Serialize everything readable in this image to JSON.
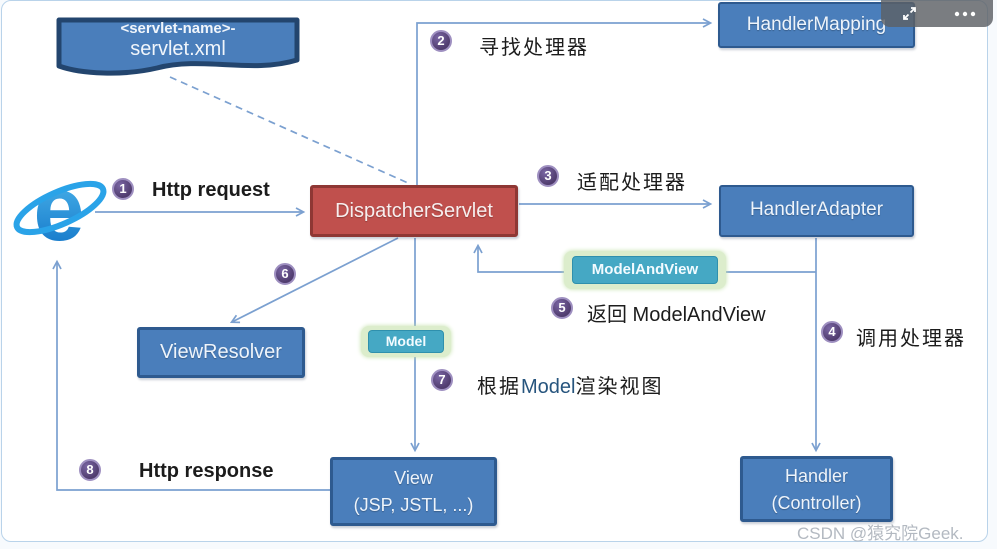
{
  "watermark": "CSDN @猿究院Geek.",
  "viewer_toolbar": {
    "expand_icon": "expand-icon",
    "more_icon": "more-options-icon"
  },
  "colors": {
    "node_blue": "#4a7ebb",
    "node_blue_border": "#2e5a8f",
    "node_red": "#c0504d",
    "node_red_border": "#8e3734",
    "tag_teal": "#45a8c4",
    "tag_glow_green": "#dcedcc",
    "connector_blue": "#7ba0d0",
    "step_purple": "#503c6e"
  },
  "nodes": {
    "servlet_xml": {
      "line1": "<servlet-name>-",
      "line2": "servlet.xml"
    },
    "handler_mapping": {
      "label": "HandlerMapping"
    },
    "dispatcher_servlet": {
      "label": "DispatcherServlet"
    },
    "handler_adapter": {
      "label": "HandlerAdapter"
    },
    "view_resolver": {
      "label": "ViewResolver"
    },
    "view": {
      "label": "View",
      "sublabel": "(JSP, JSTL, ...)"
    },
    "handler": {
      "label": "Handler",
      "sublabel": "(Controller)"
    }
  },
  "tags": {
    "model_and_view": {
      "label": "ModelAndView"
    },
    "model": {
      "label": "Model"
    }
  },
  "steps": {
    "s1": {
      "num": "1",
      "label": "Http request"
    },
    "s2": {
      "num": "2",
      "label": "寻找处理器"
    },
    "s3": {
      "num": "3",
      "label": "适配处理器"
    },
    "s4": {
      "num": "4",
      "label": "调用处理器"
    },
    "s5": {
      "num": "5",
      "label": "返回 ModelAndView"
    },
    "s6": {
      "num": "6"
    },
    "s7": {
      "num": "7",
      "pre": "根据",
      "highlight": "Model",
      "post": "渲染视图"
    },
    "s8": {
      "num": "8",
      "label": "Http response"
    }
  }
}
